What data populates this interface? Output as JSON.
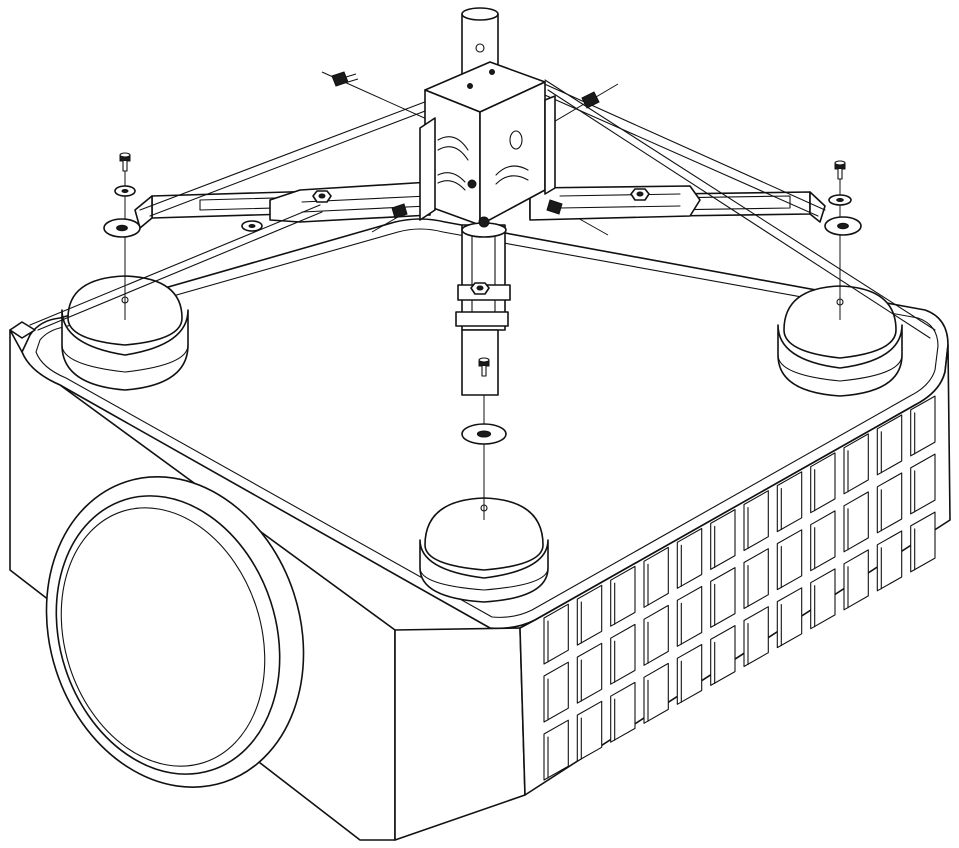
{
  "diagram": {
    "style": "line-art",
    "colors": {
      "stroke": "#111111",
      "background": "#ffffff"
    },
    "parts": [
      "projector-body",
      "lens",
      "vent-grille",
      "mounting-pad-left",
      "mounting-pad-right",
      "mounting-pad-front",
      "ceiling-mount-bracket",
      "mount-arm-left",
      "mount-arm-right",
      "mount-arm-front",
      "extension-pole",
      "screw",
      "washer"
    ]
  }
}
